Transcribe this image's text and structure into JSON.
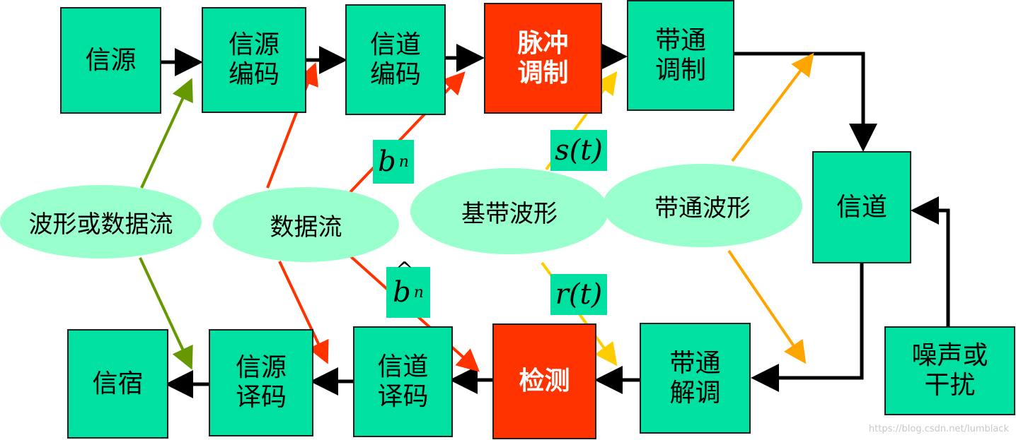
{
  "colors": {
    "box_fill": "#00e0a0",
    "box_red_fill": "#ff3300",
    "ellipse_fill": "#99ffcc",
    "arrow_black": "#000000",
    "arrow_green": "#669900",
    "arrow_red": "#ff3300",
    "arrow_orange": "#ffa500",
    "arrow_yellow": "#ffcc00"
  },
  "boxes": {
    "source": "信源",
    "source_encode": "信源\n编码",
    "channel_encode": "信道\n编码",
    "pulse_modulation": "脉冲\n调制",
    "bandpass_modulation": "带通\n调制",
    "channel": "信道",
    "noise": "噪声或\n干扰",
    "sink": "信宿",
    "source_decode": "信源\n译码",
    "channel_decode": "信道\n译码",
    "detection": "检测",
    "bandpass_demodulation": "带通\n解调"
  },
  "ellipses": {
    "waveform_or_data": "波形或数据流",
    "data_stream": "数据流",
    "baseband_waveform": "基带波形",
    "bandpass_waveform": "带通波形"
  },
  "signals": {
    "bn": {
      "base": "b",
      "sub": "n"
    },
    "bn_hat": {
      "base": "b",
      "sub": "n"
    },
    "st": "s(t)",
    "rt": "r(t)"
  },
  "watermark": "https://blog.csdn.net/lumblack"
}
